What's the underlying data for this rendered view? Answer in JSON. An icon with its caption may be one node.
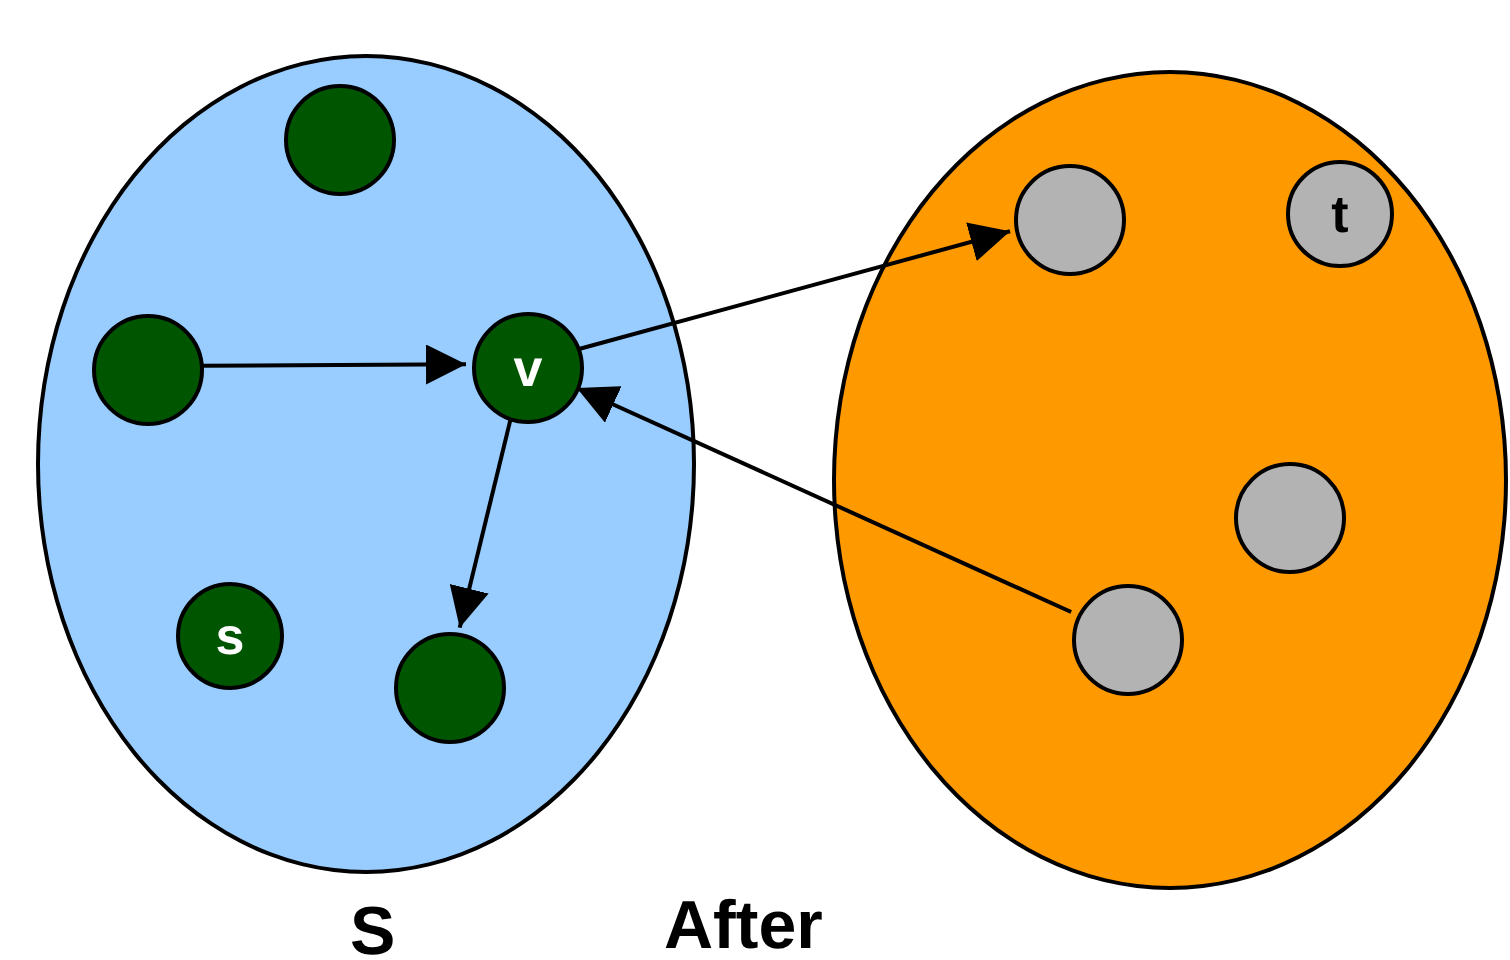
{
  "diagram": {
    "nodes": [
      {
        "text": [
          "S"
        ]
      },
      {
        "text": [],
        "shape": "circle",
        "in": 0
      },
      {
        "text": [],
        "shape": "circle",
        "in": 0
      },
      {
        "text": [
          "v"
        ],
        "in": 0
      },
      {
        "text": [
          "s"
        ],
        "in": 0
      },
      {
        "text": [],
        "shape": "circle",
        "in": 0
      },
      {
        "text": [],
        "shape": "ellipse"
      },
      {
        "text": [],
        "shape": "circle",
        "in": 6
      },
      {
        "text": [
          "t"
        ],
        "in": 6
      },
      {
        "text": [],
        "shape": "circle",
        "in": 6
      },
      {
        "text": [],
        "shape": "circle",
        "in": 6
      }
    ],
    "edges": [
      {
        "from": 2,
        "to": 3,
        "arrow": "to"
      },
      {
        "from": 3,
        "to": 5,
        "arrow": "to"
      },
      {
        "from": 3,
        "to": 7,
        "arrow": "to"
      },
      {
        "from": 10,
        "to": 3,
        "arrow": "to"
      }
    ],
    "labels": [
      "After"
    ]
  }
}
